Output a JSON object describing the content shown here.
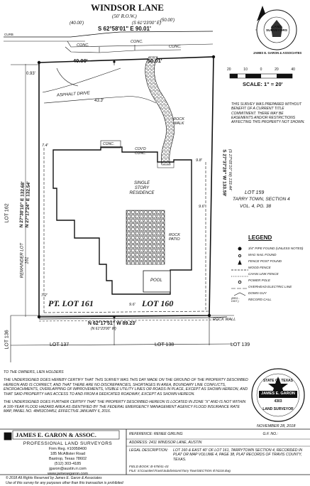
{
  "street": {
    "name": "WINDSOR LANE",
    "row": "(50' R.O.W.)"
  },
  "top_bearings": {
    "left_dim": "(40.00')",
    "center_call": "(S 61°23'00\" E)",
    "right_dim": "(50.00')",
    "main_call": "S 62°58'01\" E 90.01'"
  },
  "labels": {
    "curb": "CURB",
    "conc_left": "CONC.",
    "conc_mid": "CONC.",
    "conc_right": "CONC.",
    "front_left_dim": "40.00'",
    "front_right_dim": "50.01'",
    "offset_left": "0.93'",
    "asphalt_drive": "ASPHALT DRIVE",
    "drive_dim": "43.3'",
    "rock_walk": "ROCK WALK",
    "conc_porch": "CONC.",
    "covd_conc": "COV'D CONC.",
    "residence": "SINGLE STORY RESIDENCE",
    "rock_patio": "ROCK PATIO",
    "pool": "POOL",
    "dim_7_4": "7.4'",
    "dim_9_8": "9.8'",
    "dim_9_6a": "9.6'",
    "dim_7_2": "7.2'",
    "dim_9_6b": "9.6'",
    "pt_lot_161": "PT. LOT 161",
    "lot_160": "LOT 160",
    "rock_wall": "ROCK WALL",
    "left_call_a": "N 27°30'10\" E  132.68'",
    "left_call_b": "N 27°17'24\" E  132.54'",
    "right_call_a": "S 27°37'28\" W  133.59'",
    "right_call_b": "(S 27°05'10\" W)  133.44'",
    "bottom_call": "N 62°17'51\" W  89.23'",
    "bottom_call_b": "(N 61°23'00\" W)",
    "lot_162": "LOT 162",
    "remainder_lot_161": "REMAINDER LOT 161",
    "lot_159": "LOT 159",
    "tarry_town": "TARRY TOWN, SECTION 4",
    "vol": "VOL. 4, PG. 38",
    "lot_136": "LOT 136",
    "lot_137": "LOT 137",
    "lot_138": "LOT 138",
    "lot_139": "LOT 139"
  },
  "scale": {
    "ticks": [
      "20",
      "10",
      "0",
      "20",
      "40"
    ],
    "label": "SCALE:  1\" = 20'"
  },
  "survey_note": "THIS SURVEY WAS PREPARED WITHOUT BENEFIT OF A CURRENT TITLE COMMITMENT. THERE MAY BE EASEMENTS AND/OR RESTRICTIONS AFFECTING THIS PROPERTY NOT SHOWN.",
  "legend": {
    "title": "LEGEND",
    "items": [
      "3/4\" PIPE FOUND (UNLESS NOTED)",
      "MAG NAIL FOUND",
      "FENCE POST FOUND",
      "WOOD FENCE",
      "CHAIN LINK FENCE",
      "POWER POLE",
      "OVERHEAD ELECTRIC LINE",
      "DOWN GUY",
      "RECORD CALL"
    ],
    "record_call_symbol": "(BRG.-DIST.)"
  },
  "seal_top": {
    "name": "JAMES E. GARON & ASSOCIATES",
    "center": "LAND SURVEYORS"
  },
  "seal_bottom": {
    "state": "STATE OF TEXAS",
    "name": "JAMES E. GARON",
    "number": "4303",
    "role": "LAND SURVEYOR"
  },
  "certification": {
    "to": "TO THE OWNERS, LIEN HOLDERS",
    "p1": "THE UNDERSIGNED DOES HEREBY CERTIFY THAT THIS SURVEY WAS THIS DAY MADE ON THE GROUND OF THE PROPERTY DESCRIBED HEREON AND IS CORRECT, AND THAT THERE ARE NO DISCREPANCIES, SHORTAGES IN AREA, BOUNDARY LINE CONFLICTS, ENCROACHMENTS, OVERLAPPING OF IMPROVEMENTS, VISIBLE UTILITY LINES OR ROADS IN PLACE, EXCEPT AS SHOWN HEREON, AND THAT SAID PROPERTY HAS ACCESS TO AND FROM A DEDICATED ROADWAY, EXCEPT AS SHOWN HEREON.",
    "p2": "THE UNDERSIGNED DOES FURTHER CERTIFY THAT THE PROPERTY DESCRIBED HEREON IS LOCATED IN ZONE \"X\" AND IS NOT WITHIN A 100-YEAR FLOOD HAZARD AREA AS IDENTIFIED BY THE FEDERAL EMERGENCY MANAGEMENT AGENCY FLOOD INSURANCE RATE MAP, PANEL NO. 48453C0445J, EFFECTIVE JANUARY 6, 2016.",
    "date": "NOVEMBER 28, 2018"
  },
  "firm": {
    "name": "JAMES E. GARON & ASSOC.",
    "sub": "PROFESSIONAL LAND SURVEYORS",
    "reg": "Firm Reg. #10058400",
    "address": "185 McAllister Road",
    "city": "Bastrop, Texas 78602",
    "phone": "(512) 303-4185",
    "email": "jgaron@austin.rr.com",
    "web": "www.jamesegaron.com"
  },
  "info": {
    "reference_label": "REFERENCE:",
    "reference": "RENEE GIRLING",
    "gf_label": "G.F. NO.:",
    "gf": "",
    "address_label": "ADDRESS:",
    "address": "2411 WINDSOR LANE, AUSTIN",
    "legal_label": "LEGAL DESCRIPTION:",
    "legal": "LOT 160 & EAST 40' OF LOT 161, TARRYTOWN SECTION 4, RECORDED IN PLAT OR MAP VOLUME 4, PAGE 38, PLAT RECORDS OF TRAVIS COUNTY, TEXAS.",
    "field_book": "FIELD BOOK:  B-578/41-43",
    "file": "FILE:  S:\\Counties\\Travis\\Subdivisions\\Tarry Town\\SECTION 4\\74218.dwg"
  },
  "footer": {
    "copyright": "© 2018  All Rights Reserved by James E. Garon & Associates",
    "use": "Use of this survey for any purposes other than this transaction is prohibited"
  },
  "colors": {
    "line": "#111111",
    "hatch": "#333333",
    "dashed": "#222222"
  }
}
